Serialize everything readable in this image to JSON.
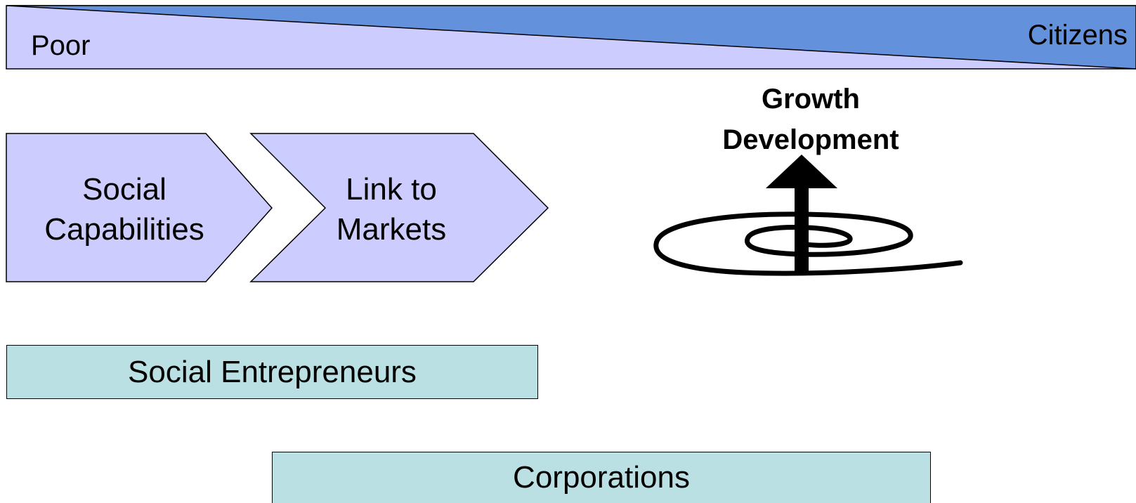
{
  "colors": {
    "band_light": "#ccccff",
    "band_dark": "#6391dc",
    "chevron_fill": "#ccccff",
    "actor_box_fill": "#bae0e4",
    "outline": "#000000"
  },
  "band": {
    "left_label": "Poor",
    "right_label": "Citizens"
  },
  "steps": [
    {
      "line1": "Social",
      "line2": "Capabilities"
    },
    {
      "line1": "Link to",
      "line2": "Markets"
    }
  ],
  "outcome": {
    "line1": "Growth",
    "line2": "Development",
    "icon": "upward-spiral-arrow-icon"
  },
  "actors": {
    "social_entrepreneurs": "Social Entrepreneurs",
    "corporations": "Corporations"
  }
}
